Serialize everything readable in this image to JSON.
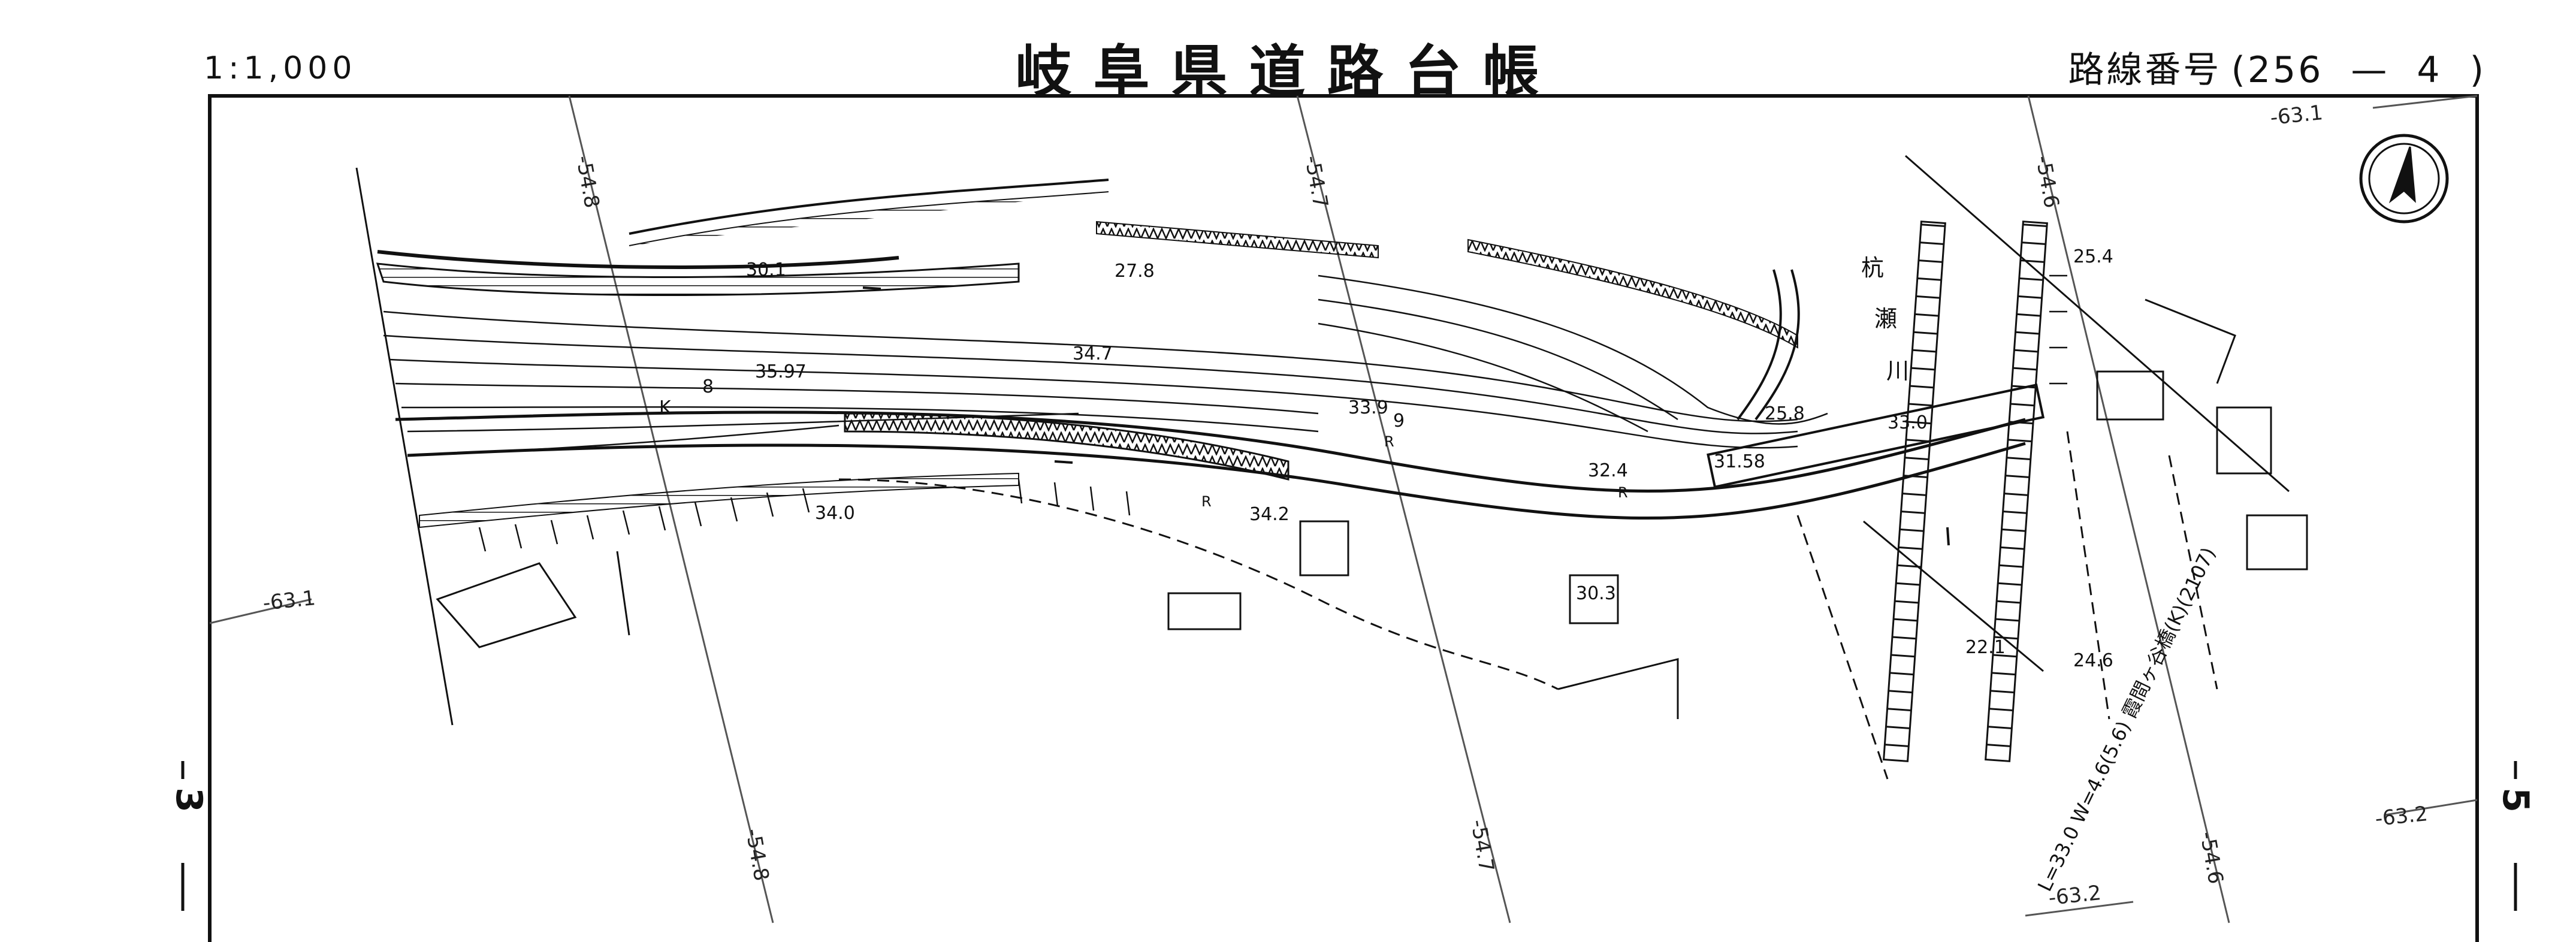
{
  "header": {
    "scale": "1:1,000",
    "title": "岐阜県道路台帳",
    "route_label": "路線番号",
    "route_open": "(",
    "route_number": "256",
    "route_dash": "—",
    "route_section": "4",
    "route_close": ")"
  },
  "adjacent_sheets": {
    "left": "3",
    "right": "5"
  },
  "grid_labels": {
    "top": [
      "-54.8",
      "-54.7",
      "-54.6",
      "-63.1"
    ],
    "left": [
      "-63.1"
    ],
    "bottom": [
      "-54.8",
      "-54.7",
      "-54.6",
      "-63.2"
    ],
    "right": [
      "-63.2"
    ]
  },
  "elevations": [
    "30.1",
    "27.8",
    "35.97",
    "34.7",
    "33.9",
    "34.0",
    "34.2",
    "32.4",
    "31.58",
    "25.8",
    "33.0",
    "25.4",
    "30.3",
    "22.1",
    "24.6"
  ],
  "river_name": [
    "杭",
    "瀬",
    "川"
  ],
  "bridge_annotation": "L=33.0  W=4.6(5.6)  霞間ヶ谷橋(K)(2107)",
  "map_symbols": {
    "bench_mark": "K",
    "route_marker": "8",
    "road_mark_9": "9",
    "road_mark_r": "R"
  },
  "north_arrow": "north-arrow"
}
